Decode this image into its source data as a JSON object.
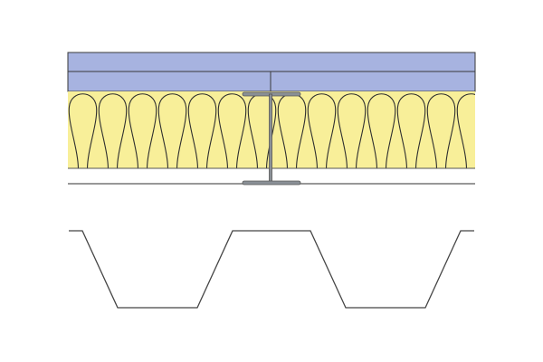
{
  "colors": {
    "board": "#a7b3e0",
    "insulation": "#f8ef99",
    "outline": "#3a3a3a",
    "steel": "#8a9096",
    "background": "#ffffff"
  },
  "layers": [
    "board-top",
    "board-second",
    "insulation",
    "steel-i-beam",
    "ceiling-line",
    "trapezoidal-deck-profile"
  ]
}
